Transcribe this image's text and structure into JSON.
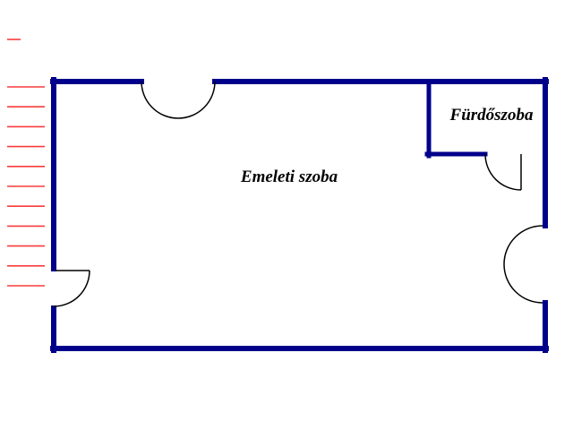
{
  "rooms": {
    "main": {
      "label": "Emeleti szoba"
    },
    "bathroom": {
      "label": "Fürdőszoba"
    }
  },
  "colors": {
    "wall": "#00008B",
    "door_line": "#000000",
    "stairs": "#fa3c3c",
    "background": "#ffffff",
    "label_text": "#000000"
  },
  "stairs": {
    "count": 11
  }
}
